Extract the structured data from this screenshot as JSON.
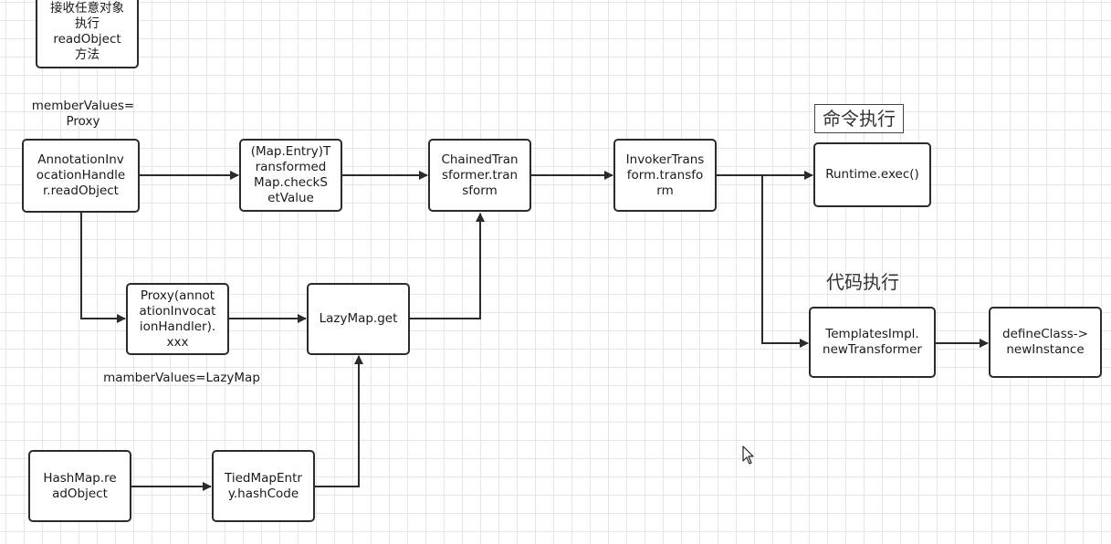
{
  "nodes": {
    "top": "接收任意对象\n执行\nreadObject\n方法",
    "aih": "AnnotationInv\nocationHandle\nr.readObject",
    "tm": "(Map.Entry)T\nransformed\nMap.checkS\netValue",
    "chained": "ChainedTran\nsformer.tran\nsform",
    "invoker": "InvokerTrans\nform.transfo\nrm",
    "runtime": "Runtime.exec()",
    "proxy": "Proxy(annot\nationInvocat\nionHandler).\nxxx",
    "lazymap": "LazyMap.get",
    "templates": "TemplatesImpl.\nnewTransformer",
    "defineclass": "defineClass->\nnewInstance",
    "hashmap": "HashMap.re\nadObject",
    "tiedmap": "TiedMapEntr\ny.hashCode"
  },
  "labels": {
    "member_values_proxy": "memberValues=\nProxy",
    "member_values_lazymap": "mamberValues=LazyMap",
    "cmd_exec": "命令执行",
    "code_exec": "代码执行"
  },
  "colors": {
    "line": "#2b2b2b",
    "grid": "#e6e6e6"
  }
}
